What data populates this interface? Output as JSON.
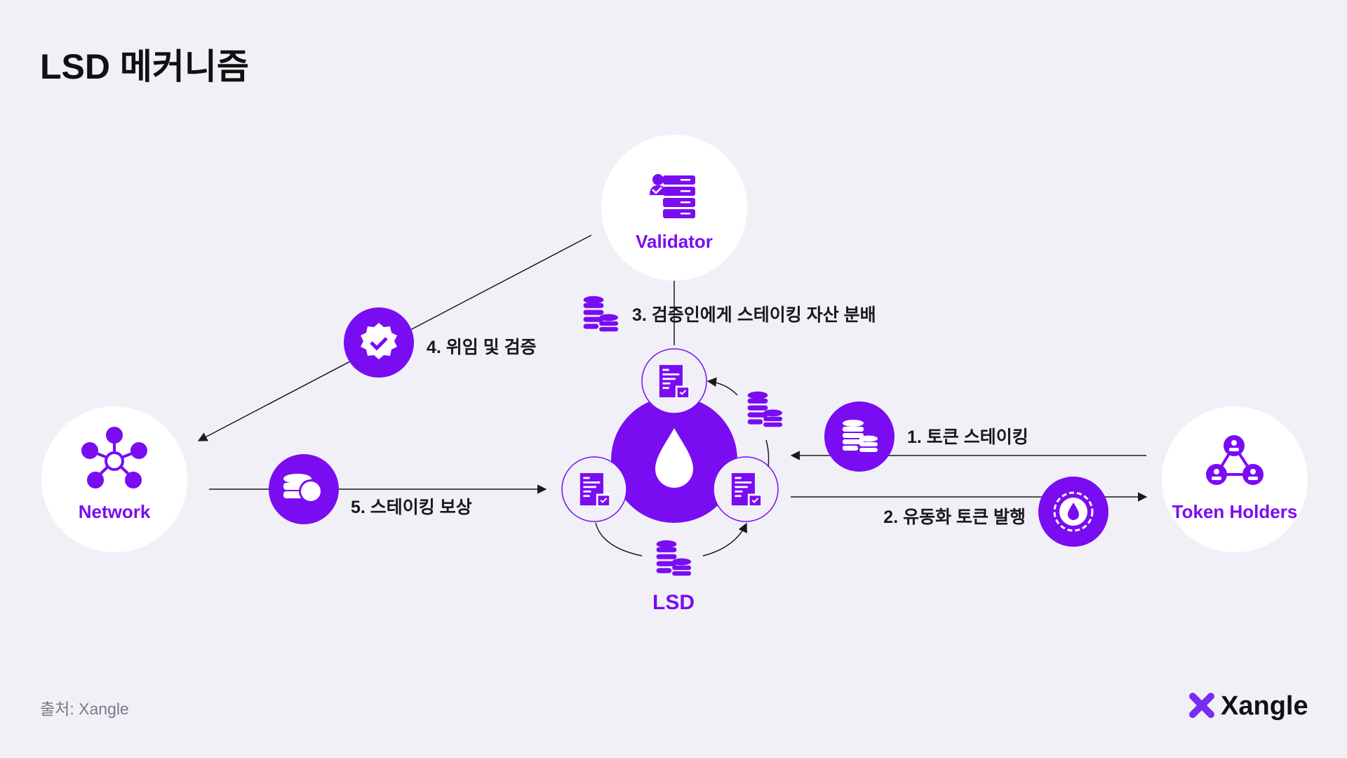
{
  "title": "LSD 메커니즘",
  "colors": {
    "accent": "#7a0cf2",
    "background": "#f0f0f6",
    "text": "#1a1a1a"
  },
  "nodes": {
    "validator": {
      "label": "Validator",
      "icon": "validator-server-icon"
    },
    "network": {
      "label": "Network",
      "icon": "network-hub-icon"
    },
    "token_holders": {
      "label": "Token Holders",
      "icon": "token-holders-icon"
    },
    "lsd": {
      "label": "LSD",
      "icon": "liquid-drop-icon"
    }
  },
  "steps": {
    "s1": "1. 토큰 스테이킹",
    "s2": "2. 유동화 토큰 발행",
    "s3": "3. 검증인에게 스테이킹 자산 분배",
    "s4": "4. 위임 및 검증",
    "s5": "5. 스테이킹 보상"
  },
  "footer": {
    "source": "출처: Xangle",
    "brand": "Xangle"
  }
}
